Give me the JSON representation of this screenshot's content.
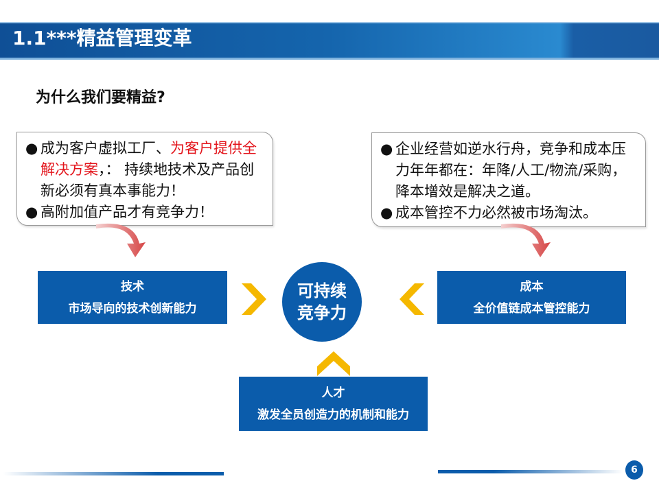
{
  "header": {
    "title": "1.1***精益管理变革"
  },
  "subtitle": "为什么我们要精益?",
  "left_box": {
    "b1_a": "成为客户虚拟工厂、",
    "b1_red": "为客户提供全解决方案",
    "b1_b": "，： 持续地技术及产品创新必须有真本事能力！",
    "b2": "高附加值产品才有竞争力！"
  },
  "right_box": {
    "b1": "企业经营如逆水行舟，竞争和成本压力年年都在：年降/人工/物流/采购，降本增效是解决之道。",
    "b2": "成本管控不力必然被市场淘汰。"
  },
  "center": {
    "line1": "可持续",
    "line2": "竞争力"
  },
  "tech": {
    "title": "技术",
    "desc": "市场导向的技术创新能力"
  },
  "cost": {
    "title": "成本",
    "desc": "全价值链成本管控能力"
  },
  "talent": {
    "title": "人才",
    "desc": "激发全员创造力的机制和能力"
  },
  "page_number": "6",
  "colors": {
    "blue": "#0b5cab",
    "red": "#e3141b",
    "yellow": "#f5b800"
  }
}
